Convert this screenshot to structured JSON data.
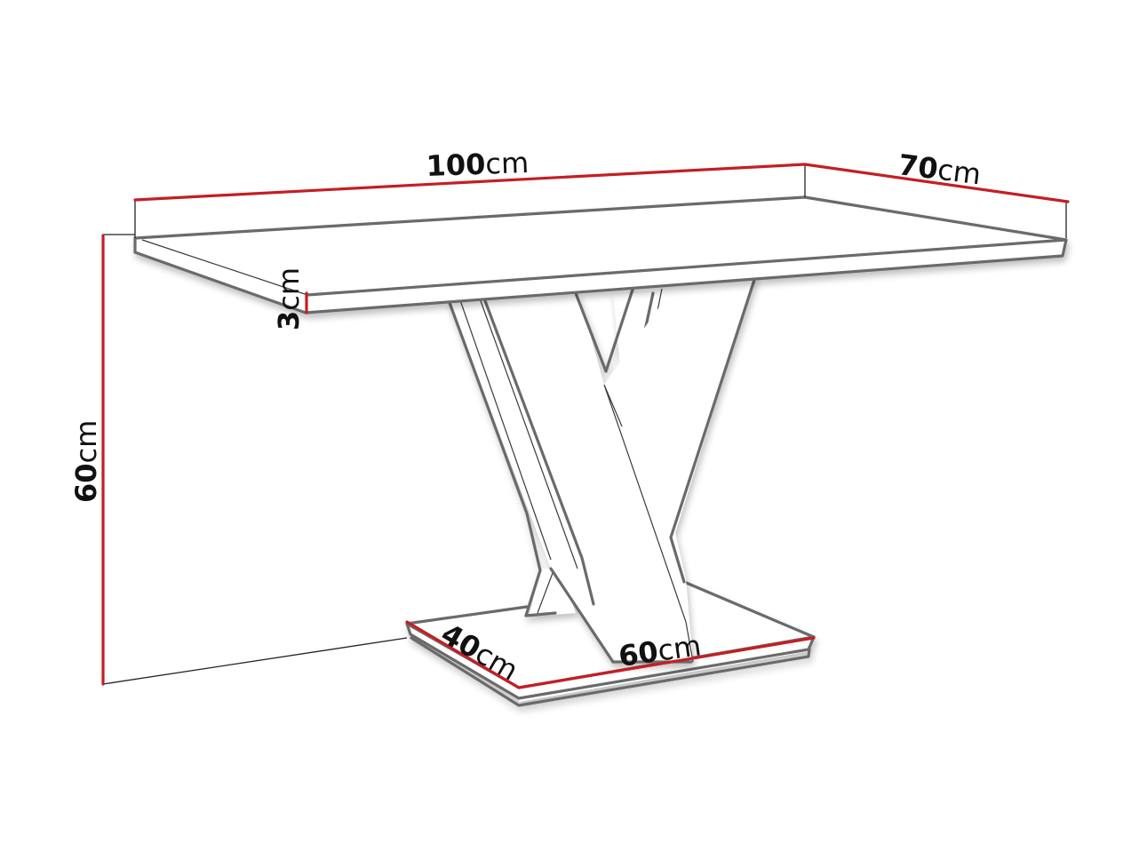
{
  "diagram": {
    "subject": "Dining table with V-shaped pedestal base",
    "colors": {
      "dimension_line": "#c41e24",
      "outline": "#6b6b6b",
      "background": "#ffffff",
      "text": "#111111"
    },
    "dimensions": {
      "top_length": {
        "value": "100",
        "unit": "cm"
      },
      "top_depth": {
        "value": "70",
        "unit": "cm"
      },
      "top_thickness": {
        "value": "3",
        "unit": "cm"
      },
      "height": {
        "value": "60",
        "unit": "cm"
      },
      "base_depth": {
        "value": "40",
        "unit": "cm"
      },
      "base_length": {
        "value": "60",
        "unit": "cm"
      }
    }
  }
}
